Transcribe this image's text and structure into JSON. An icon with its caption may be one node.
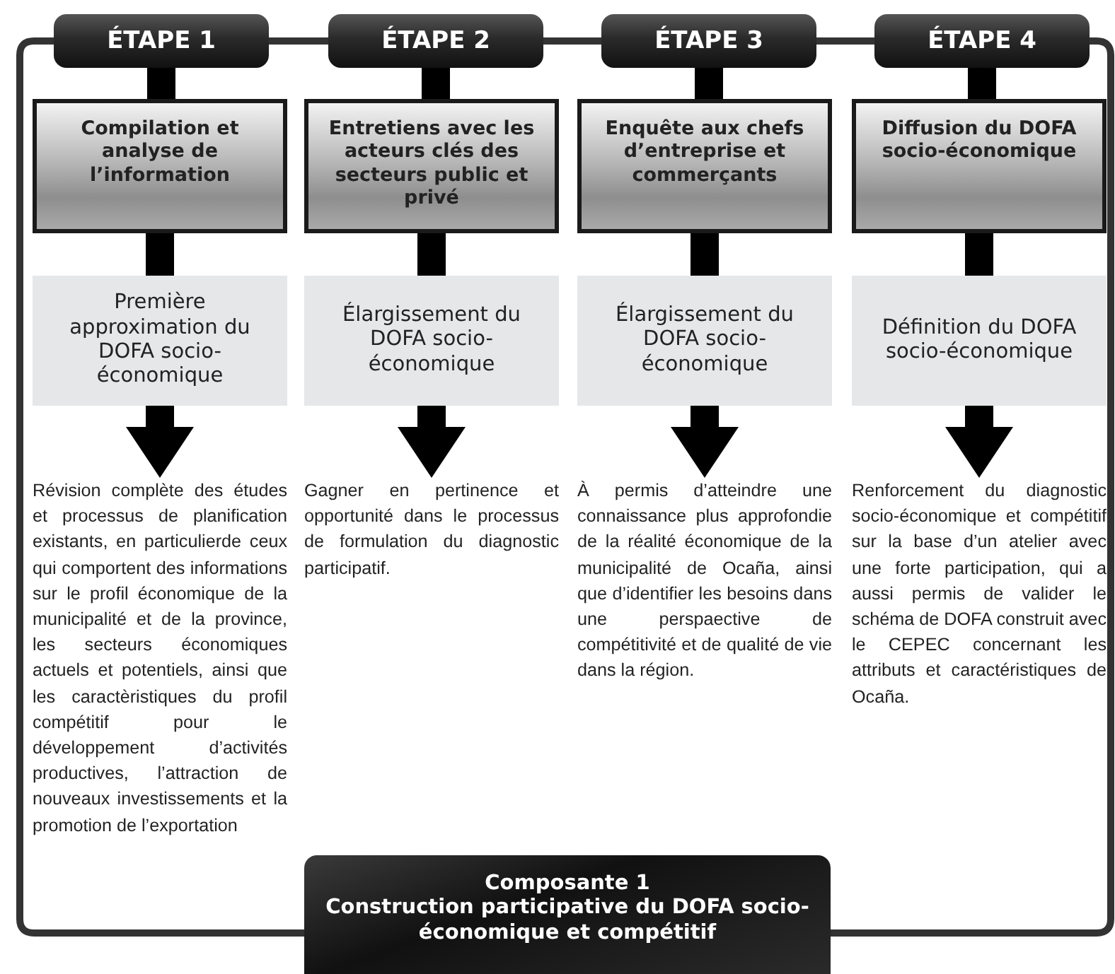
{
  "diagram": {
    "nodes": [
      {
        "text": [
          "ÉTAPE 1"
        ]
      },
      {
        "text": [
          "ÉTAPE 2"
        ]
      },
      {
        "text": [
          "ÉTAPE 3"
        ]
      },
      {
        "text": [
          "ÉTAPE 4"
        ]
      },
      {
        "text": [
          "Compilation et analyse de l’information"
        ]
      },
      {
        "text": [
          "Entretiens avec les acteurs clés des secteurs public et privé"
        ]
      },
      {
        "text": [
          "Enquête aux chefs d’entreprise et commerçants"
        ]
      },
      {
        "text": [
          "Diffusion du DOFA socio-économique"
        ]
      },
      {
        "text": [
          "Première approximation du DOFA socio-économique"
        ]
      },
      {
        "text": [
          "Élargissement du DOFA socio-économique"
        ]
      },
      {
        "text": [
          "Élargissement du DOFA socio-économique"
        ]
      },
      {
        "text": [
          "Définition du DOFA socio-économique"
        ]
      },
      {
        "text": [
          "Révision complète des études et processus de planification existants, en particulierde ceux qui comportent des informations sur le profil économique de la municipalité et de la province, les secteurs économiques actuels et potentiels, ainsi que les caractèristiques du profil compétitif pour le développement d’activités productives, l’attraction de nouveaux investissements et la promotion de l’exportation"
        ]
      },
      {
        "text": [
          "Gagner en pertinence et opportunité dans le processus de formulation du diagnostic participatif."
        ]
      },
      {
        "text": [
          "À permis d’atteindre une connaissance plus approfondie de la réalité économique de la municipalité de Ocaña, ainsi que d’identifier les besoins dans une perspaective de compétitivité et de qualité de vie dans la région."
        ]
      },
      {
        "text": [
          "Renforcement du diagnostic socio-économique et compétitif sur la base d’un atelier avec une forte participation, qui a aussi permis de valider le schéma de DOFA construit avec le CEPEC concernant les attributs et caractéristiques de Ocaña."
        ]
      },
      {
        "text": [
          "Composante 1",
          "Construction participative du DOFA socio-économique et compétitif"
        ]
      }
    ],
    "edges": [
      {
        "from": 0,
        "to": 1,
        "arrow": "none"
      },
      {
        "from": 1,
        "to": 2,
        "arrow": "none"
      },
      {
        "from": 2,
        "to": 3,
        "arrow": "none"
      },
      {
        "from": 0,
        "to": 16,
        "arrow": "none"
      },
      {
        "from": 3,
        "to": 16,
        "arrow": "none"
      },
      {
        "from": 0,
        "to": 4,
        "arrow": "none"
      },
      {
        "from": 1,
        "to": 5,
        "arrow": "none"
      },
      {
        "from": 2,
        "to": 6,
        "arrow": "none"
      },
      {
        "from": 3,
        "to": 7,
        "arrow": "none"
      },
      {
        "from": 4,
        "to": 8,
        "arrow": "none"
      },
      {
        "from": 5,
        "to": 9,
        "arrow": "none"
      },
      {
        "from": 6,
        "to": 10,
        "arrow": "none"
      },
      {
        "from": 7,
        "to": 11,
        "arrow": "none"
      },
      {
        "from": 8,
        "to": 12,
        "arrow": "to"
      },
      {
        "from": 9,
        "to": 13,
        "arrow": "to"
      },
      {
        "from": 10,
        "to": 14,
        "arrow": "to"
      },
      {
        "from": 11,
        "to": 15,
        "arrow": "to"
      }
    ]
  }
}
